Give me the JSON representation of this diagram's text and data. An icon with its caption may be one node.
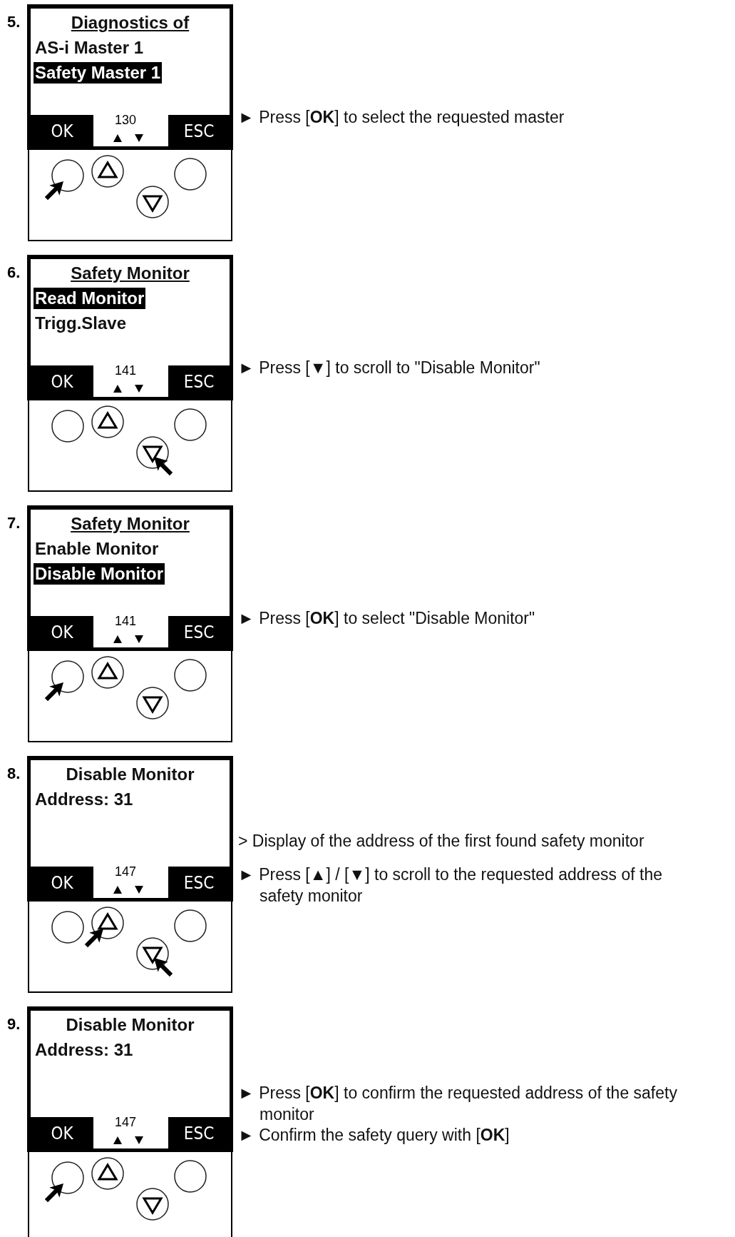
{
  "diagram": {
    "nodes": [
      {
        "text": [
          "Diagnostics of",
          "AS-i Master 1",
          "Safety Master 1",
          "130"
        ]
      },
      {
        "text": [
          "OK"
        ],
        "in": 0
      },
      {
        "text": [
          "ESC"
        ],
        "in": 0
      },
      {
        "text": [
          "Safety Monitor",
          "Read Monitor",
          "Trigg.Slave",
          "141"
        ]
      },
      {
        "text": [
          "OK"
        ],
        "in": 3
      },
      {
        "text": [
          "ESC"
        ],
        "in": 3
      },
      {
        "text": [
          "Safety Monitor",
          "Enable Monitor",
          "Disable Monitor",
          "141"
        ]
      },
      {
        "text": [
          "OK"
        ],
        "in": 6
      },
      {
        "text": [
          "ESC"
        ],
        "in": 6
      },
      {
        "text": [
          "Disable Monitor",
          "Address: 31",
          "147"
        ]
      },
      {
        "text": [
          "OK"
        ],
        "in": 9
      },
      {
        "text": [
          "ESC"
        ],
        "in": 9
      },
      {
        "text": [
          "Disable Monitor",
          "Address: 31",
          "147"
        ]
      },
      {
        "text": [
          "OK"
        ],
        "in": 12
      },
      {
        "text": [
          "ESC"
        ],
        "in": 12
      }
    ],
    "labels": [
      "5.",
      "► Press [**OK**] to select the requested master",
      "6.",
      "► Press [▼] to scroll to \"Disable Monitor\"",
      "7.",
      "► Press [**OK**] to select \"Disable Monitor\"",
      "8.",
      "> Display of the address of the first found safety monitor",
      "► Press [▲] / [▼] to scroll to the requested address of the safety monitor",
      "9.",
      "► Press [**OK**] to confirm the requested address of the safety monitor",
      "► Confirm the safety query with [**OK**]"
    ]
  }
}
